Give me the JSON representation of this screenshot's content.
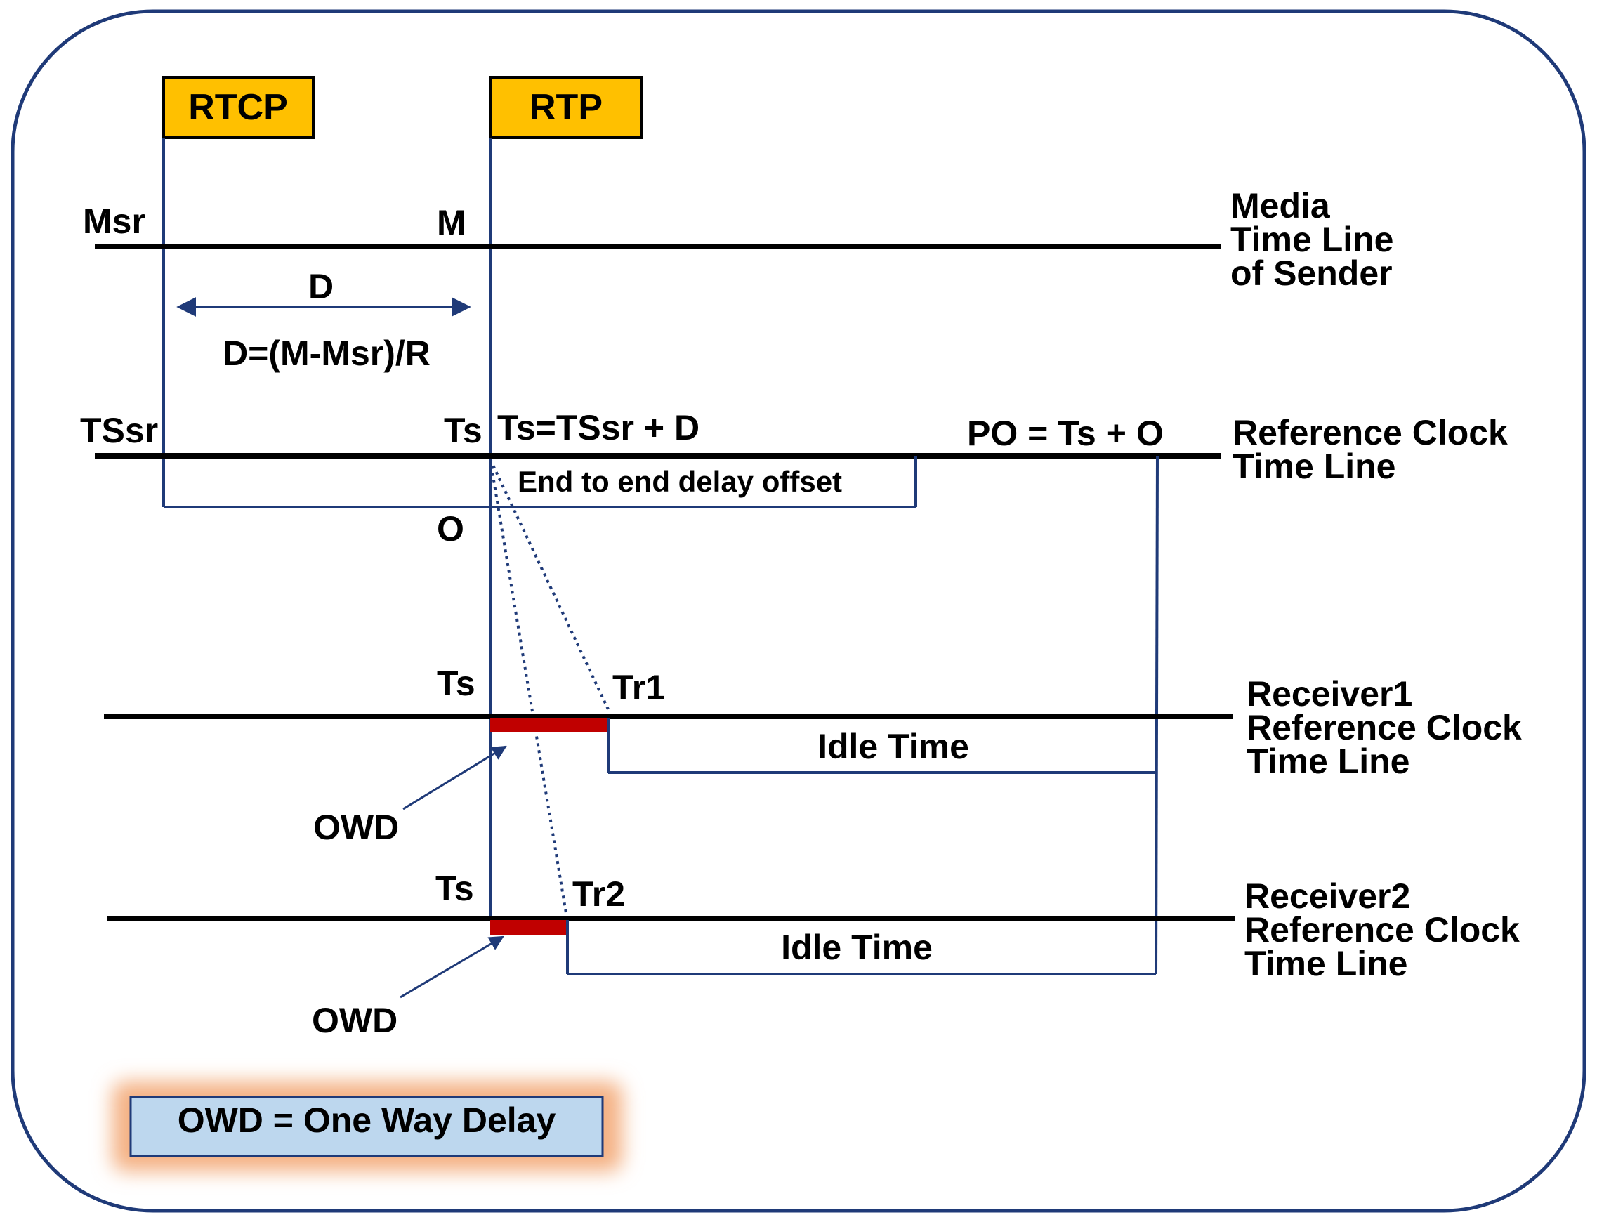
{
  "colors": {
    "frame": "#1f3a78",
    "line": "#000000",
    "connector": "#1f3a78",
    "header_box": "#ffc000",
    "owd_bar": "#c00000",
    "legend_fill": "#bdd7ee",
    "legend_glow": "#f4b183"
  },
  "headers": {
    "rtcp": "RTCP",
    "rtp": "RTP"
  },
  "media_timeline": {
    "left_label": "Msr",
    "mid_label": "M",
    "title_lines": [
      "Media",
      "Time Line",
      "of Sender"
    ]
  },
  "duration": {
    "label": "D",
    "formula": "D=(M-Msr)/R"
  },
  "reference_timeline": {
    "left_label": "TSsr",
    "mid_label": "Ts",
    "formula": "Ts=TSsr + D",
    "po_label": "PO = Ts + O",
    "offset_box_label": "End to end delay offset",
    "offset_label": "O",
    "title_lines": [
      "Reference Clock",
      "Time Line"
    ]
  },
  "receiver1": {
    "ts_label": "Ts",
    "tr_label": "Tr1",
    "idle_label": "Idle Time",
    "owd_label": "OWD",
    "title_lines": [
      "Receiver1",
      "Reference Clock",
      "Time Line"
    ]
  },
  "receiver2": {
    "ts_label": "Ts",
    "tr_label": "Tr2",
    "idle_label": "Idle Time",
    "owd_label": "OWD",
    "title_lines": [
      "Receiver2",
      "Reference Clock",
      "Time Line"
    ]
  },
  "legend": {
    "text": "OWD = One Way Delay"
  }
}
